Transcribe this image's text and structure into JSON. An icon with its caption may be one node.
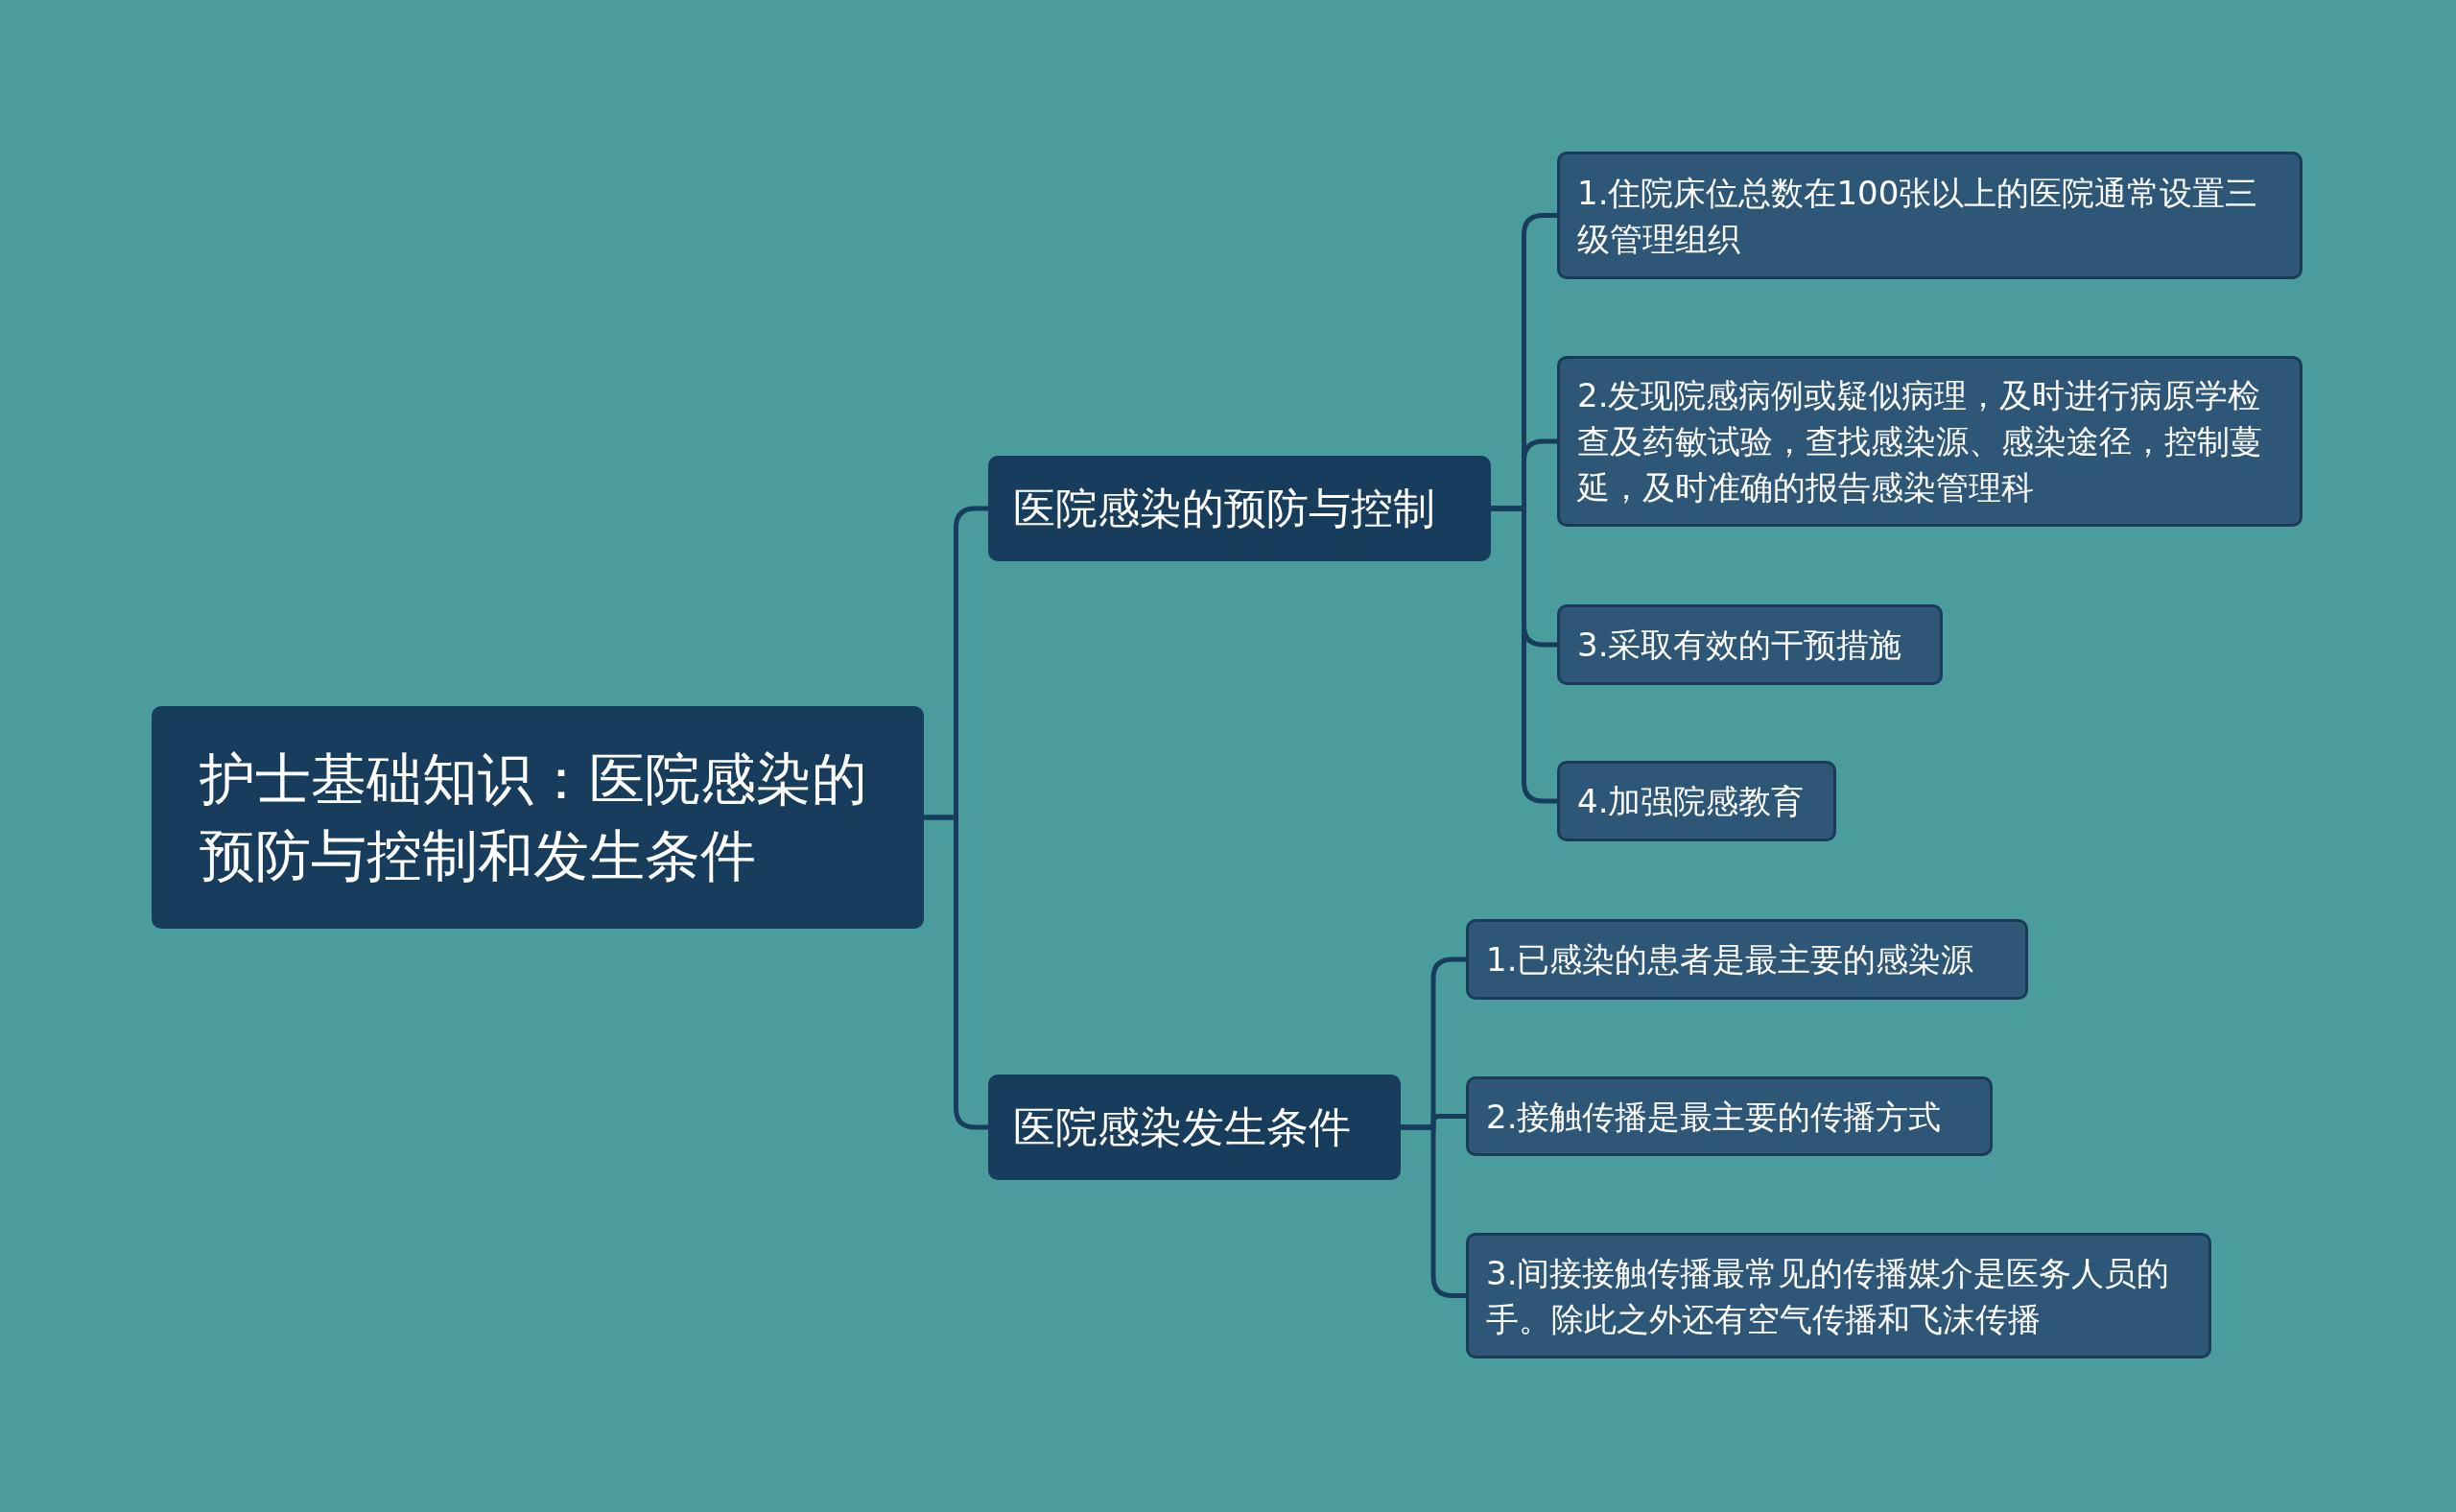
{
  "diagram": {
    "nodes": [
      {
        "text": [
          "护士基础知识：医院感染的预防与控制和发生条件"
        ]
      },
      {
        "text": [
          "医院感染的预防与控制"
        ]
      },
      {
        "text": [
          "1.住院床位总数在100张以上的医院通常设置三级管理组织"
        ]
      },
      {
        "text": [
          "2.发现院感病例或疑似病理，及时进行病原学检查及药敏试验，查找感染源、感染途径，控制蔓延，及时准确的报告感染管理科"
        ]
      },
      {
        "text": [
          "3.采取有效的干预措施"
        ]
      },
      {
        "text": [
          "4.加强院感教育"
        ]
      },
      {
        "text": [
          "医院感染发生条件"
        ]
      },
      {
        "text": [
          "1.已感染的患者是最主要的感染源"
        ]
      },
      {
        "text": [
          "2.接触传播是最主要的传播方式"
        ]
      },
      {
        "text": [
          "3.间接接触传播最常见的传播媒介是医务人员的手。除此之外还有空气传播和飞沫传播"
        ]
      }
    ],
    "edges": [
      {
        "from": 0,
        "to": 1,
        "arrow": "none"
      },
      {
        "from": 0,
        "to": 6,
        "arrow": "none"
      },
      {
        "from": 1,
        "to": 2,
        "arrow": "none"
      },
      {
        "from": 1,
        "to": 3,
        "arrow": "none"
      },
      {
        "from": 1,
        "to": 4,
        "arrow": "none"
      },
      {
        "from": 1,
        "to": 5,
        "arrow": "none"
      },
      {
        "from": 6,
        "to": 7,
        "arrow": "none"
      },
      {
        "from": 6,
        "to": 8,
        "arrow": "none"
      },
      {
        "from": 6,
        "to": 9,
        "arrow": "none"
      }
    ]
  }
}
